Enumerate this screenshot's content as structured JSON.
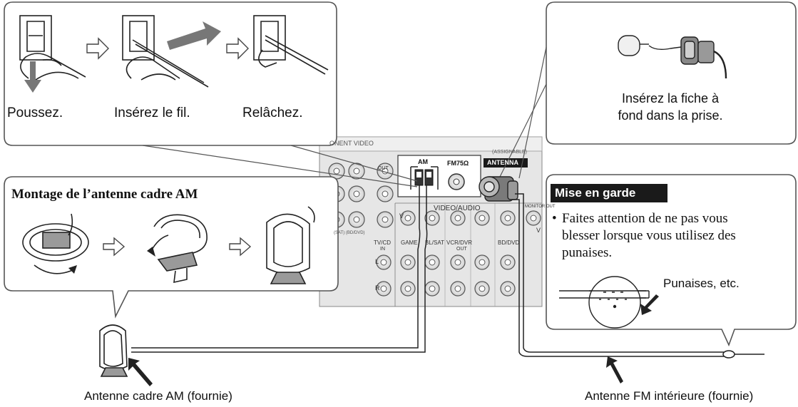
{
  "steps": {
    "push": "Poussez.",
    "insert": "Insérez le fil.",
    "release": "Relâchez."
  },
  "fm_plug": {
    "line1": "Insérez la fiche à",
    "line2": "fond dans la prise."
  },
  "am_assembly": {
    "title": "Montage de l’antenne cadre AM"
  },
  "caution": {
    "title": "Mise en garde",
    "bullet": "•",
    "line1": "Faites attention de ne pas vous",
    "line2": "blesser lorsque vous utilisez des",
    "line3": "punaises.",
    "pins_label": "Punaises, etc."
  },
  "panel": {
    "am_label": "AM",
    "fm_label": "FM75Ω",
    "antenna_label": "ANTENNA",
    "component_video": "ONENT VIDEO",
    "video_audio": "VIDEO/AUDIO",
    "assignable": "(ASSIGNABLE)",
    "monitor_out": "MONITOR OUT",
    "out": "OUT",
    "in": "IN",
    "v": "V",
    "l": "L",
    "r": "R",
    "tv_cd": "TV/CD",
    "game": "GAME",
    "cbl_sat": "BL/SAT",
    "vcr_dvr": "VCR/DVR",
    "bd_dvd": "BD/DVD",
    "sat_bd": "(SAT) (BD/DVD)"
  },
  "captions": {
    "am_antenna": "Antenne cadre AM (fournie)",
    "fm_antenna": "Antenne FM intérieure (fournie)"
  },
  "colors": {
    "panel_fill": "#e6e6e6",
    "caution_header_bg": "#1a1a1a",
    "caution_header_text": "#ffffff",
    "line": "#333333"
  }
}
